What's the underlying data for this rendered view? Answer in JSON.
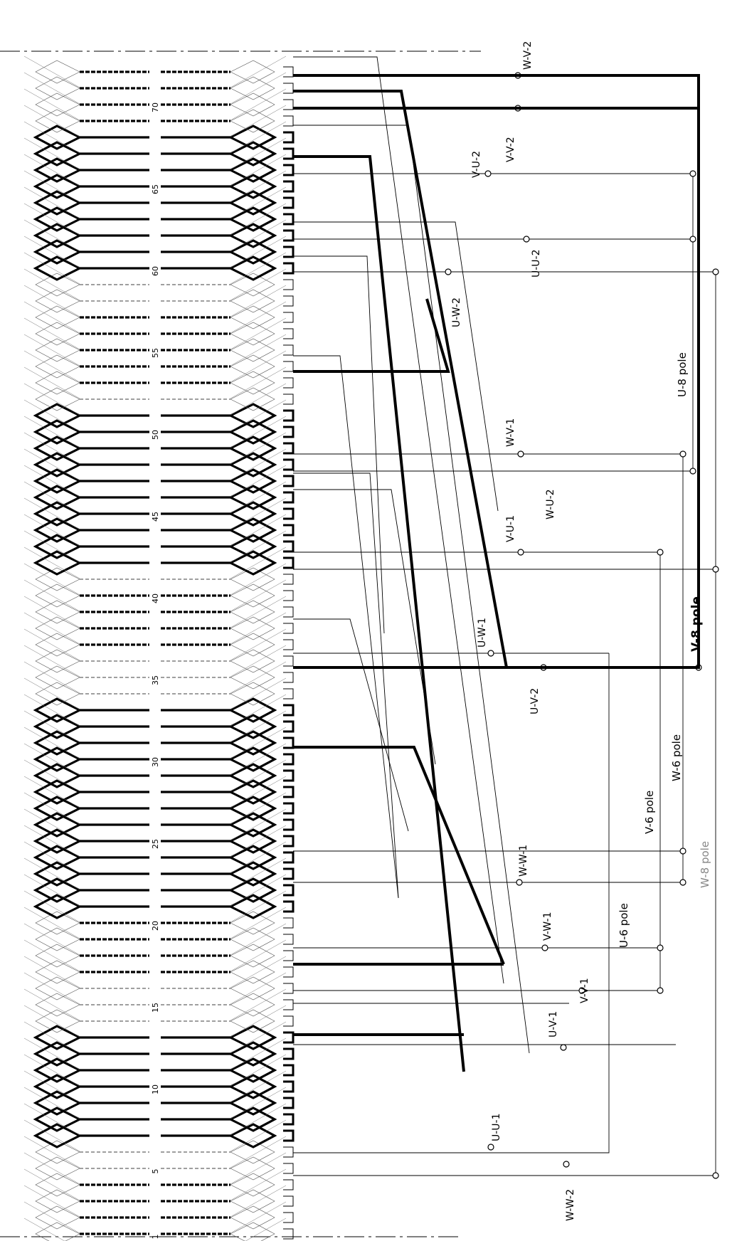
{
  "slot_numbers": [
    "1",
    "5",
    "10",
    "15",
    "20",
    "25",
    "30",
    "35",
    "40",
    "45",
    "50",
    "55",
    "60",
    "65",
    "70"
  ],
  "slot_count": 72,
  "lead_labels": {
    "W_V_2": "W-V-2",
    "V_V_2": "V-V-2",
    "V_U_2": "V-U-2",
    "U_U_2": "U-U-2",
    "U_W_2": "U-W-2",
    "W_V_1": "W-V-1",
    "W_U_2": "W-U-2",
    "V_U_1": "V-U-1",
    "U_W_1": "U-W-1",
    "U_V_2": "U-V-2",
    "W_W_1": "W-W-1",
    "V_W_1": "V-W-1",
    "V_V_1": "V-V-1",
    "U_V_1": "U-V-1",
    "U_U_1": "U-U-1",
    "W_W_2": "W-W-2"
  },
  "group_labels": {
    "U_8_pole": "U-8  pole",
    "V_8_pole": "V-8 pole",
    "W_8_pole": "W-8  pole",
    "V_6_pole": "V-6  pole",
    "W_6_pole": "W-6  pole",
    "U_6_pole": "U-6  pole"
  },
  "colors": {
    "line": "#000000",
    "grey_label": "#888888",
    "background": "#ffffff"
  }
}
